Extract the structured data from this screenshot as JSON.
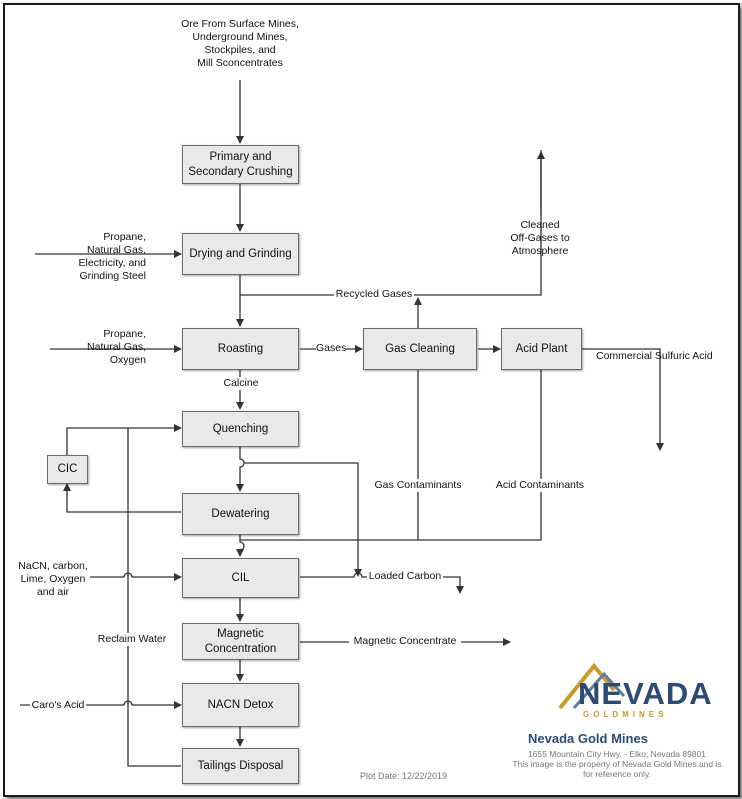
{
  "boxes": {
    "crushing": "Primary and\nSecondary Crushing",
    "drying": "Drying and Grinding",
    "roasting": "Roasting",
    "gas_cleaning": "Gas Cleaning",
    "acid_plant": "Acid Plant",
    "quenching": "Quenching",
    "dewatering": "Dewatering",
    "cic": "CIC",
    "cil": "CIL",
    "magnetic": "Magnetic\nConcentration",
    "nacn_detox": "NACN Detox",
    "tailings": "Tailings Disposal"
  },
  "labels": {
    "ore_source": "Ore From Surface Mines,\nUnderground Mines,\nStockpiles, and\nMill Sconcentrates",
    "drying_inputs": "Propane,\nNatural Gas,\nElectricity, and\nGrinding Steel",
    "roasting_inputs": "Propane,\nNatural Gas,\nOxygen",
    "cleaned_gases": "Cleaned\nOff-Gases to\nAtmosphere",
    "recycled_gases": "Recycled Gases",
    "gases": "Gases",
    "sulfuric_acid": "Commercial Sulfuric Acid",
    "calcine": "Calcine",
    "gas_contaminants": "Gas Contaminants",
    "acid_contaminants": "Acid Contaminants",
    "cil_inputs": "NaCN, carbon,\nLime, Oxygen\nand air",
    "loaded_carbon": "Loaded Carbon",
    "magnetic_concentrate": "Magnetic Concentrate",
    "reclaim_water": "Reclaim Water",
    "caros_acid": "Caro's Acid"
  },
  "footer": {
    "plot_date": "Plot Date: 12/22/2019",
    "logo_word": "NEVADA",
    "logo_sub": "GOLDMINES",
    "company": "Nevada Gold Mines",
    "address": "1655 Mountain City Hwy. - Elko, Nevada 89801",
    "notice": "This image is the property of Nevada Gold Mines and is for reference only."
  },
  "colors": {
    "box_fill": "#e9e9e9",
    "line": "#333333",
    "logo_navy": "#2d4a73",
    "logo_gold": "#c79a2a"
  }
}
